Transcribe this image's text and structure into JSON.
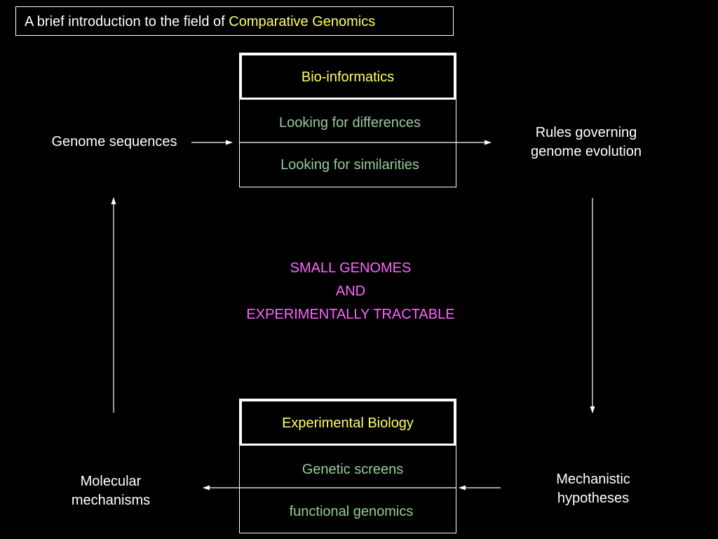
{
  "title": {
    "prefix": "A brief introduction to the field of ",
    "highlight": "Comparative Genomics"
  },
  "bioinformatics": {
    "header": "Bio-informatics",
    "rows": [
      "Looking for differences",
      "Looking for similarities"
    ]
  },
  "experimental": {
    "header": "Experimental Biology",
    "rows": [
      "Genetic screens",
      "functional genomics"
    ]
  },
  "nodes": {
    "genome_sequences": "Genome sequences",
    "rules_line1": "Rules governing",
    "rules_line2": "genome evolution",
    "mechanistic_line1": "Mechanistic",
    "mechanistic_line2": "hypotheses",
    "molecular_line1": "Molecular",
    "molecular_line2": "mechanisms"
  },
  "center": {
    "line1": "SMALL GENOMES",
    "line2": "AND",
    "line3": "EXPERIMENTALLY TRACTABLE"
  },
  "colors": {
    "background": "#000000",
    "highlight": "#ffff66",
    "cell_text": "#99cc99",
    "center_text": "#ff66ff",
    "lines": "#ffffff"
  }
}
